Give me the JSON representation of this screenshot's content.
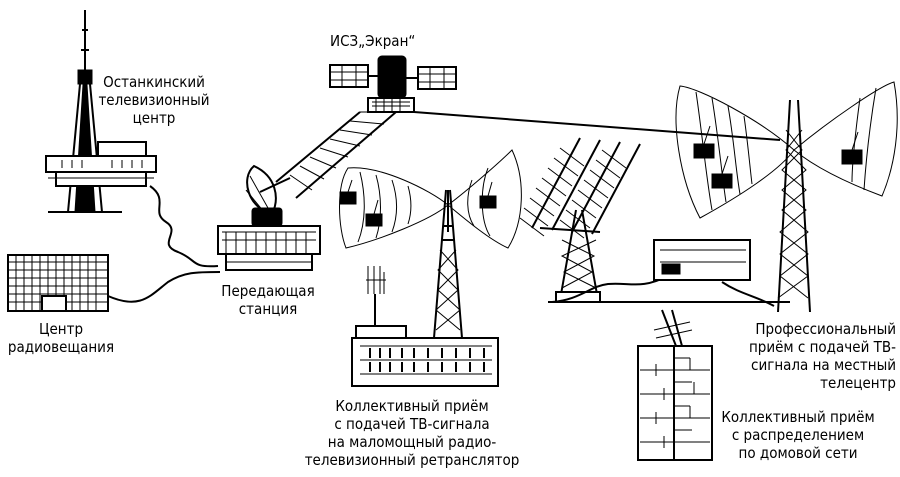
{
  "labels": {
    "satellite": "ИСЗ„Экран“",
    "ostankino": [
      "Останкинский",
      "телевизионный",
      "центр"
    ],
    "radio_center": [
      "Центр",
      "радиовещания"
    ],
    "transmit_station": [
      "Передающая",
      "станция"
    ],
    "collective_relay": [
      "Коллективный приём",
      "с подачей ТВ-сигнала",
      "на маломощный радио-",
      "телевизионный ретранслятор"
    ],
    "professional": [
      "Профессиональный",
      "приём с подачей ТВ-",
      "сигнала на местный",
      "телецентр"
    ],
    "collective_house": [
      "Коллективный приём",
      "с распределением",
      "по домовой сети"
    ]
  }
}
